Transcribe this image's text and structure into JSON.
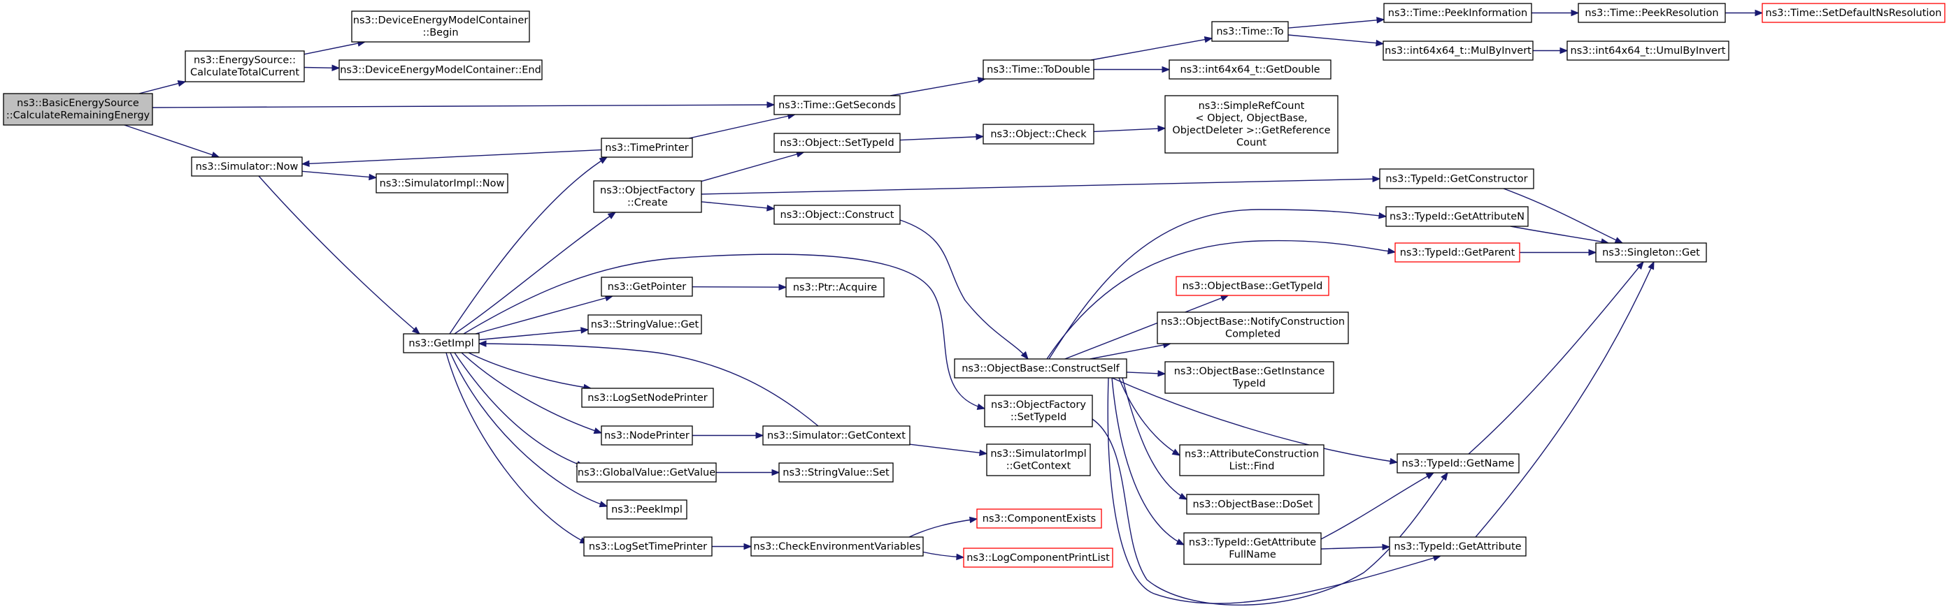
{
  "nodes": [
    {
      "id": "basic_calc",
      "lines": [
        "ns3::BasicEnergySource",
        "::CalculateRemainingEnergy"
      ],
      "root": true
    },
    {
      "id": "es_total",
      "lines": [
        "ns3::EnergySource::",
        "CalculateTotalCurrent"
      ]
    },
    {
      "id": "demc_begin",
      "lines": [
        "ns3::DeviceEnergyModelContainer",
        "::Begin"
      ]
    },
    {
      "id": "demc_end",
      "lines": [
        "ns3::DeviceEnergyModelContainer::End"
      ]
    },
    {
      "id": "sim_now",
      "lines": [
        "ns3::Simulator::Now"
      ]
    },
    {
      "id": "simimpl_now",
      "lines": [
        "ns3::SimulatorImpl::Now"
      ]
    },
    {
      "id": "get_impl",
      "lines": [
        "ns3::GetImpl"
      ]
    },
    {
      "id": "time_printer",
      "lines": [
        "ns3::TimePrinter"
      ]
    },
    {
      "id": "of_create",
      "lines": [
        "ns3::ObjectFactory",
        "::Create"
      ]
    },
    {
      "id": "get_pointer",
      "lines": [
        "ns3::GetPointer"
      ]
    },
    {
      "id": "ptr_acquire",
      "lines": [
        "ns3::Ptr::Acquire"
      ]
    },
    {
      "id": "sv_get",
      "lines": [
        "ns3::StringValue::Get"
      ]
    },
    {
      "id": "log_set_node",
      "lines": [
        "ns3::LogSetNodePrinter"
      ]
    },
    {
      "id": "node_printer",
      "lines": [
        "ns3::NodePrinter"
      ]
    },
    {
      "id": "sim_getctx",
      "lines": [
        "ns3::Simulator::GetContext"
      ]
    },
    {
      "id": "gv_getvalue",
      "lines": [
        "ns3::GlobalValue::GetValue"
      ]
    },
    {
      "id": "sv_set",
      "lines": [
        "ns3::StringValue::Set"
      ]
    },
    {
      "id": "peek_impl",
      "lines": [
        "ns3::PeekImpl"
      ]
    },
    {
      "id": "log_set_time",
      "lines": [
        "ns3::LogSetTimePrinter"
      ]
    },
    {
      "id": "check_env",
      "lines": [
        "ns3::CheckEnvironmentVariables"
      ]
    },
    {
      "id": "comp_exists",
      "lines": [
        "ns3::ComponentExists"
      ],
      "truncated": true
    },
    {
      "id": "log_comp_print",
      "lines": [
        "ns3::LogComponentPrintList"
      ],
      "truncated": true
    },
    {
      "id": "time_getseconds",
      "lines": [
        "ns3::Time::GetSeconds"
      ]
    },
    {
      "id": "time_todouble",
      "lines": [
        "ns3::Time::ToDouble"
      ]
    },
    {
      "id": "time_to",
      "lines": [
        "ns3::Time::To"
      ]
    },
    {
      "id": "int64_getdouble",
      "lines": [
        "ns3::int64x64_t::GetDouble"
      ]
    },
    {
      "id": "time_peekinfo",
      "lines": [
        "ns3::Time::PeekInformation"
      ]
    },
    {
      "id": "time_peekres",
      "lines": [
        "ns3::Time::PeekResolution"
      ]
    },
    {
      "id": "time_setdefault",
      "lines": [
        "ns3::Time::SetDefaultNsResolution"
      ],
      "truncated": true
    },
    {
      "id": "int64_mulbyinvert",
      "lines": [
        "ns3::int64x64_t::MulByInvert"
      ]
    },
    {
      "id": "int64_umulbyinvert",
      "lines": [
        "ns3::int64x64_t::UmulByInvert"
      ]
    },
    {
      "id": "obj_settypeid",
      "lines": [
        "ns3::Object::SetTypeId"
      ]
    },
    {
      "id": "obj_check",
      "lines": [
        "ns3::Object::Check"
      ]
    },
    {
      "id": "simplerefcount",
      "lines": [
        "ns3::SimpleRefCount",
        "< Object, ObjectBase,",
        " ObjectDeleter >::GetReference",
        "Count"
      ]
    },
    {
      "id": "obj_construct",
      "lines": [
        "ns3::Object::Construct"
      ]
    },
    {
      "id": "ob_constructself",
      "lines": [
        "ns3::ObjectBase::ConstructSelf"
      ]
    },
    {
      "id": "of_settypeid",
      "lines": [
        "ns3::ObjectFactory",
        "::SetTypeId"
      ]
    },
    {
      "id": "simimpl_getctx",
      "lines": [
        "ns3::SimulatorImpl",
        "::GetContext"
      ]
    },
    {
      "id": "ob_gettypeid",
      "lines": [
        "ns3::ObjectBase::GetTypeId"
      ],
      "truncated": true
    },
    {
      "id": "ob_notify",
      "lines": [
        "ns3::ObjectBase::NotifyConstruction",
        "Completed"
      ]
    },
    {
      "id": "ob_getinstance",
      "lines": [
        "ns3::ObjectBase::GetInstance",
        "TypeId"
      ]
    },
    {
      "id": "acl_find",
      "lines": [
        "ns3::AttributeConstruction",
        "List::Find"
      ]
    },
    {
      "id": "ob_doset",
      "lines": [
        "ns3::ObjectBase::DoSet"
      ]
    },
    {
      "id": "tid_getattrfull",
      "lines": [
        "ns3::TypeId::GetAttribute",
        "FullName"
      ]
    },
    {
      "id": "tid_getconstructor",
      "lines": [
        "ns3::TypeId::GetConstructor"
      ]
    },
    {
      "id": "tid_getattrn",
      "lines": [
        "ns3::TypeId::GetAttributeN"
      ]
    },
    {
      "id": "tid_getparent",
      "lines": [
        "ns3::TypeId::GetParent"
      ],
      "truncated": true
    },
    {
      "id": "tid_getname",
      "lines": [
        "ns3::TypeId::GetName"
      ]
    },
    {
      "id": "tid_getattribute",
      "lines": [
        "ns3::TypeId::GetAttribute"
      ]
    },
    {
      "id": "singleton_get",
      "lines": [
        "ns3::Singleton::Get"
      ]
    }
  ],
  "edges": [
    [
      "basic_calc",
      "es_total"
    ],
    [
      "basic_calc",
      "time_getseconds"
    ],
    [
      "basic_calc",
      "sim_now"
    ],
    [
      "es_total",
      "demc_begin"
    ],
    [
      "es_total",
      "demc_end"
    ],
    [
      "sim_now",
      "simimpl_now"
    ],
    [
      "sim_now",
      "get_impl"
    ],
    [
      "time_printer",
      "sim_now"
    ],
    [
      "time_printer",
      "time_getseconds"
    ],
    [
      "get_impl",
      "time_printer"
    ],
    [
      "get_impl",
      "of_create"
    ],
    [
      "get_impl",
      "of_settypeid"
    ],
    [
      "get_impl",
      "get_pointer"
    ],
    [
      "get_impl",
      "sv_get"
    ],
    [
      "get_impl",
      "log_set_node"
    ],
    [
      "get_impl",
      "node_printer"
    ],
    [
      "get_impl",
      "gv_getvalue"
    ],
    [
      "get_impl",
      "peek_impl"
    ],
    [
      "get_impl",
      "log_set_time"
    ],
    [
      "get_pointer",
      "ptr_acquire"
    ],
    [
      "node_printer",
      "sim_getctx"
    ],
    [
      "sim_getctx",
      "get_impl"
    ],
    [
      "sim_getctx",
      "simimpl_getctx"
    ],
    [
      "gv_getvalue",
      "sv_set"
    ],
    [
      "log_set_time",
      "check_env"
    ],
    [
      "check_env",
      "comp_exists"
    ],
    [
      "check_env",
      "log_comp_print"
    ],
    [
      "time_getseconds",
      "time_todouble"
    ],
    [
      "time_todouble",
      "time_to"
    ],
    [
      "time_todouble",
      "int64_getdouble"
    ],
    [
      "time_to",
      "time_peekinfo"
    ],
    [
      "time_to",
      "int64_mulbyinvert"
    ],
    [
      "time_peekinfo",
      "time_peekres"
    ],
    [
      "time_peekres",
      "time_setdefault"
    ],
    [
      "int64_mulbyinvert",
      "int64_umulbyinvert"
    ],
    [
      "of_create",
      "obj_settypeid"
    ],
    [
      "of_create",
      "obj_construct"
    ],
    [
      "of_create",
      "tid_getconstructor"
    ],
    [
      "obj_settypeid",
      "obj_check"
    ],
    [
      "obj_check",
      "simplerefcount"
    ],
    [
      "obj_construct",
      "ob_constructself"
    ],
    [
      "ob_constructself",
      "tid_getattrn"
    ],
    [
      "ob_constructself",
      "tid_getparent"
    ],
    [
      "ob_constructself",
      "ob_gettypeid"
    ],
    [
      "ob_constructself",
      "ob_notify"
    ],
    [
      "ob_constructself",
      "ob_getinstance"
    ],
    [
      "ob_constructself",
      "tid_getname"
    ],
    [
      "ob_constructself",
      "acl_find"
    ],
    [
      "ob_constructself",
      "ob_doset"
    ],
    [
      "ob_constructself",
      "tid_getattrfull"
    ],
    [
      "ob_constructself",
      "tid_getattribute"
    ],
    [
      "of_settypeid",
      "tid_getname"
    ],
    [
      "tid_getattrfull",
      "tid_getname"
    ],
    [
      "tid_getattrfull",
      "tid_getattribute"
    ],
    [
      "tid_getconstructor",
      "singleton_get"
    ],
    [
      "tid_getattrn",
      "singleton_get"
    ],
    [
      "tid_getparent",
      "singleton_get"
    ],
    [
      "tid_getname",
      "singleton_get"
    ],
    [
      "tid_getattribute",
      "singleton_get"
    ]
  ]
}
